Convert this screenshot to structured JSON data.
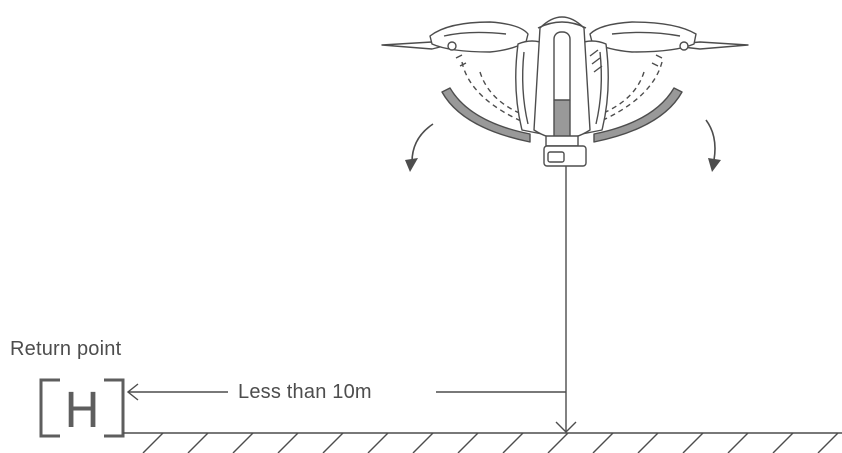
{
  "labels": {
    "return_point": "Return point",
    "distance": "Less than 10m",
    "home_marker": "H"
  },
  "colors": {
    "line": "#4d4d4d",
    "arm_fill": "#999999",
    "body_fill": "#ffffff",
    "text": "#4d4d4d"
  },
  "icons": {
    "drone": "drone-icon",
    "home_pad": "landing-pad-icon",
    "ground": "ground-hatch-icon"
  }
}
